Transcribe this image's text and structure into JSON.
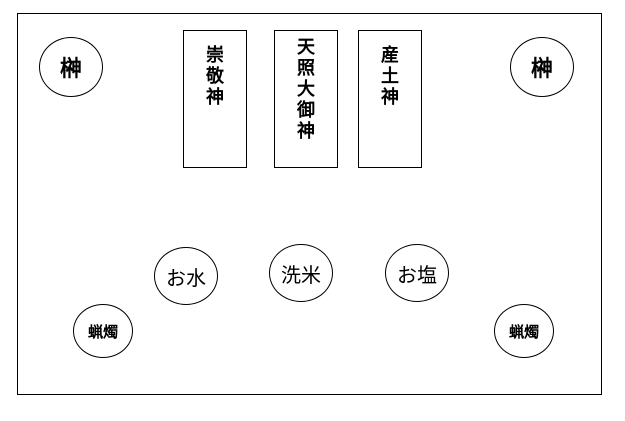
{
  "diagram": {
    "altar": {
      "sakaki_left": "榊",
      "sakaki_right": "榊",
      "tablets": [
        {
          "chars": [
            "崇",
            "敬",
            "神"
          ]
        },
        {
          "chars": [
            "天",
            "照",
            "大",
            "御",
            "神"
          ]
        },
        {
          "chars": [
            "産",
            "土",
            "神"
          ]
        }
      ],
      "offerings": [
        "お水",
        "洗米",
        "お塩"
      ],
      "candle_left": "蝋燭",
      "candle_right": "蝋燭"
    }
  }
}
